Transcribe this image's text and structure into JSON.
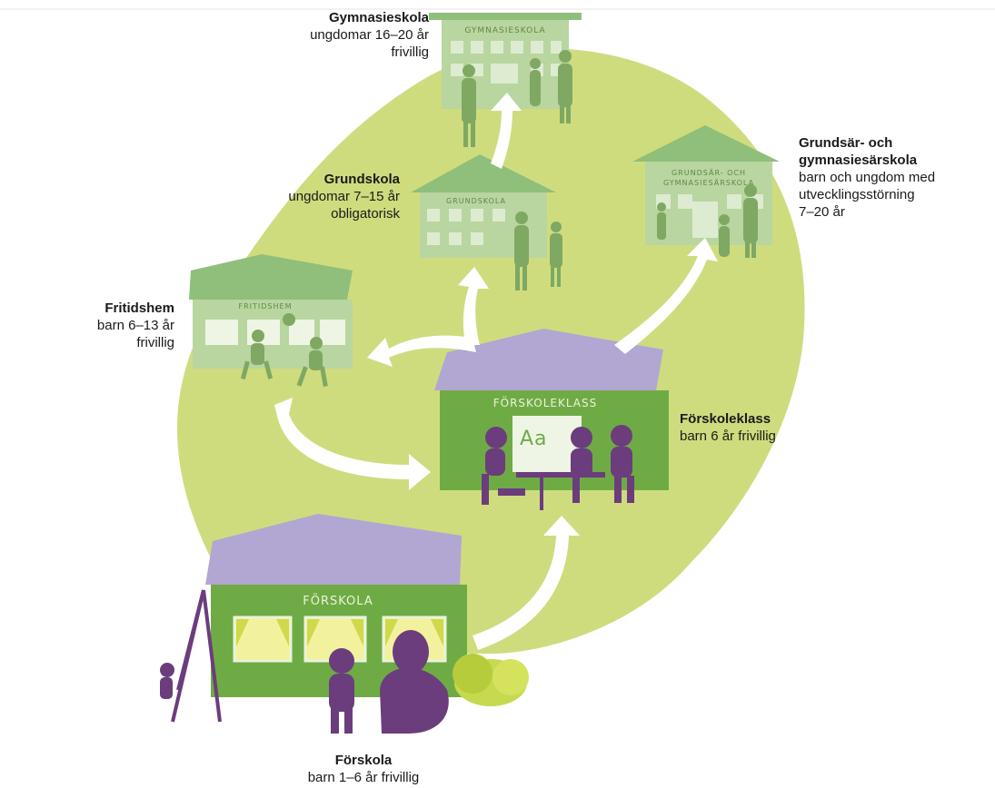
{
  "schools": {
    "gymnasieskola": {
      "title": "Gymnasieskola",
      "line1": "ungdomar 16–20 år",
      "line2": "frivillig",
      "sign": "GYMNASIESKOLA"
    },
    "grundsar": {
      "title1": "Grundsär- och",
      "title2": "gymnasiesärskola",
      "line1": "barn och ungdom med",
      "line2": "utvecklingsstörning",
      "line3": "7–20 år",
      "sign1": "GRUNDSÄR- OCH",
      "sign2": "GYMNASIESÄRSKOLA"
    },
    "grundskola": {
      "title": "Grundskola",
      "line1": "ungdomar 7–15 år",
      "line2": "obligatorisk",
      "sign": "GRUNDSKOLA"
    },
    "fritidshem": {
      "title": "Fritidshem",
      "line1": "barn 6–13 år",
      "line2": "frivillig",
      "sign": "FRITIDSHEM"
    },
    "forskoleklass": {
      "title": "Förskoleklass",
      "line1": "barn 6 år frivillig",
      "sign": "FÖRSKOLEKLASS",
      "board": "Aa"
    },
    "forskola": {
      "title": "Förskola",
      "line1": "barn 1–6 år frivillig",
      "sign": "FÖRSKOLA"
    }
  },
  "colors": {
    "blob": "#cfdc7e",
    "pale_building": "#b9d5a0",
    "pale_roof": "#8fbf7a",
    "green_building": "#6fab45",
    "purple_roof": "#b2a6d3",
    "person_purple": "#6b3d7d",
    "person_green": "#7fa862",
    "arrow": "#ffffff"
  }
}
